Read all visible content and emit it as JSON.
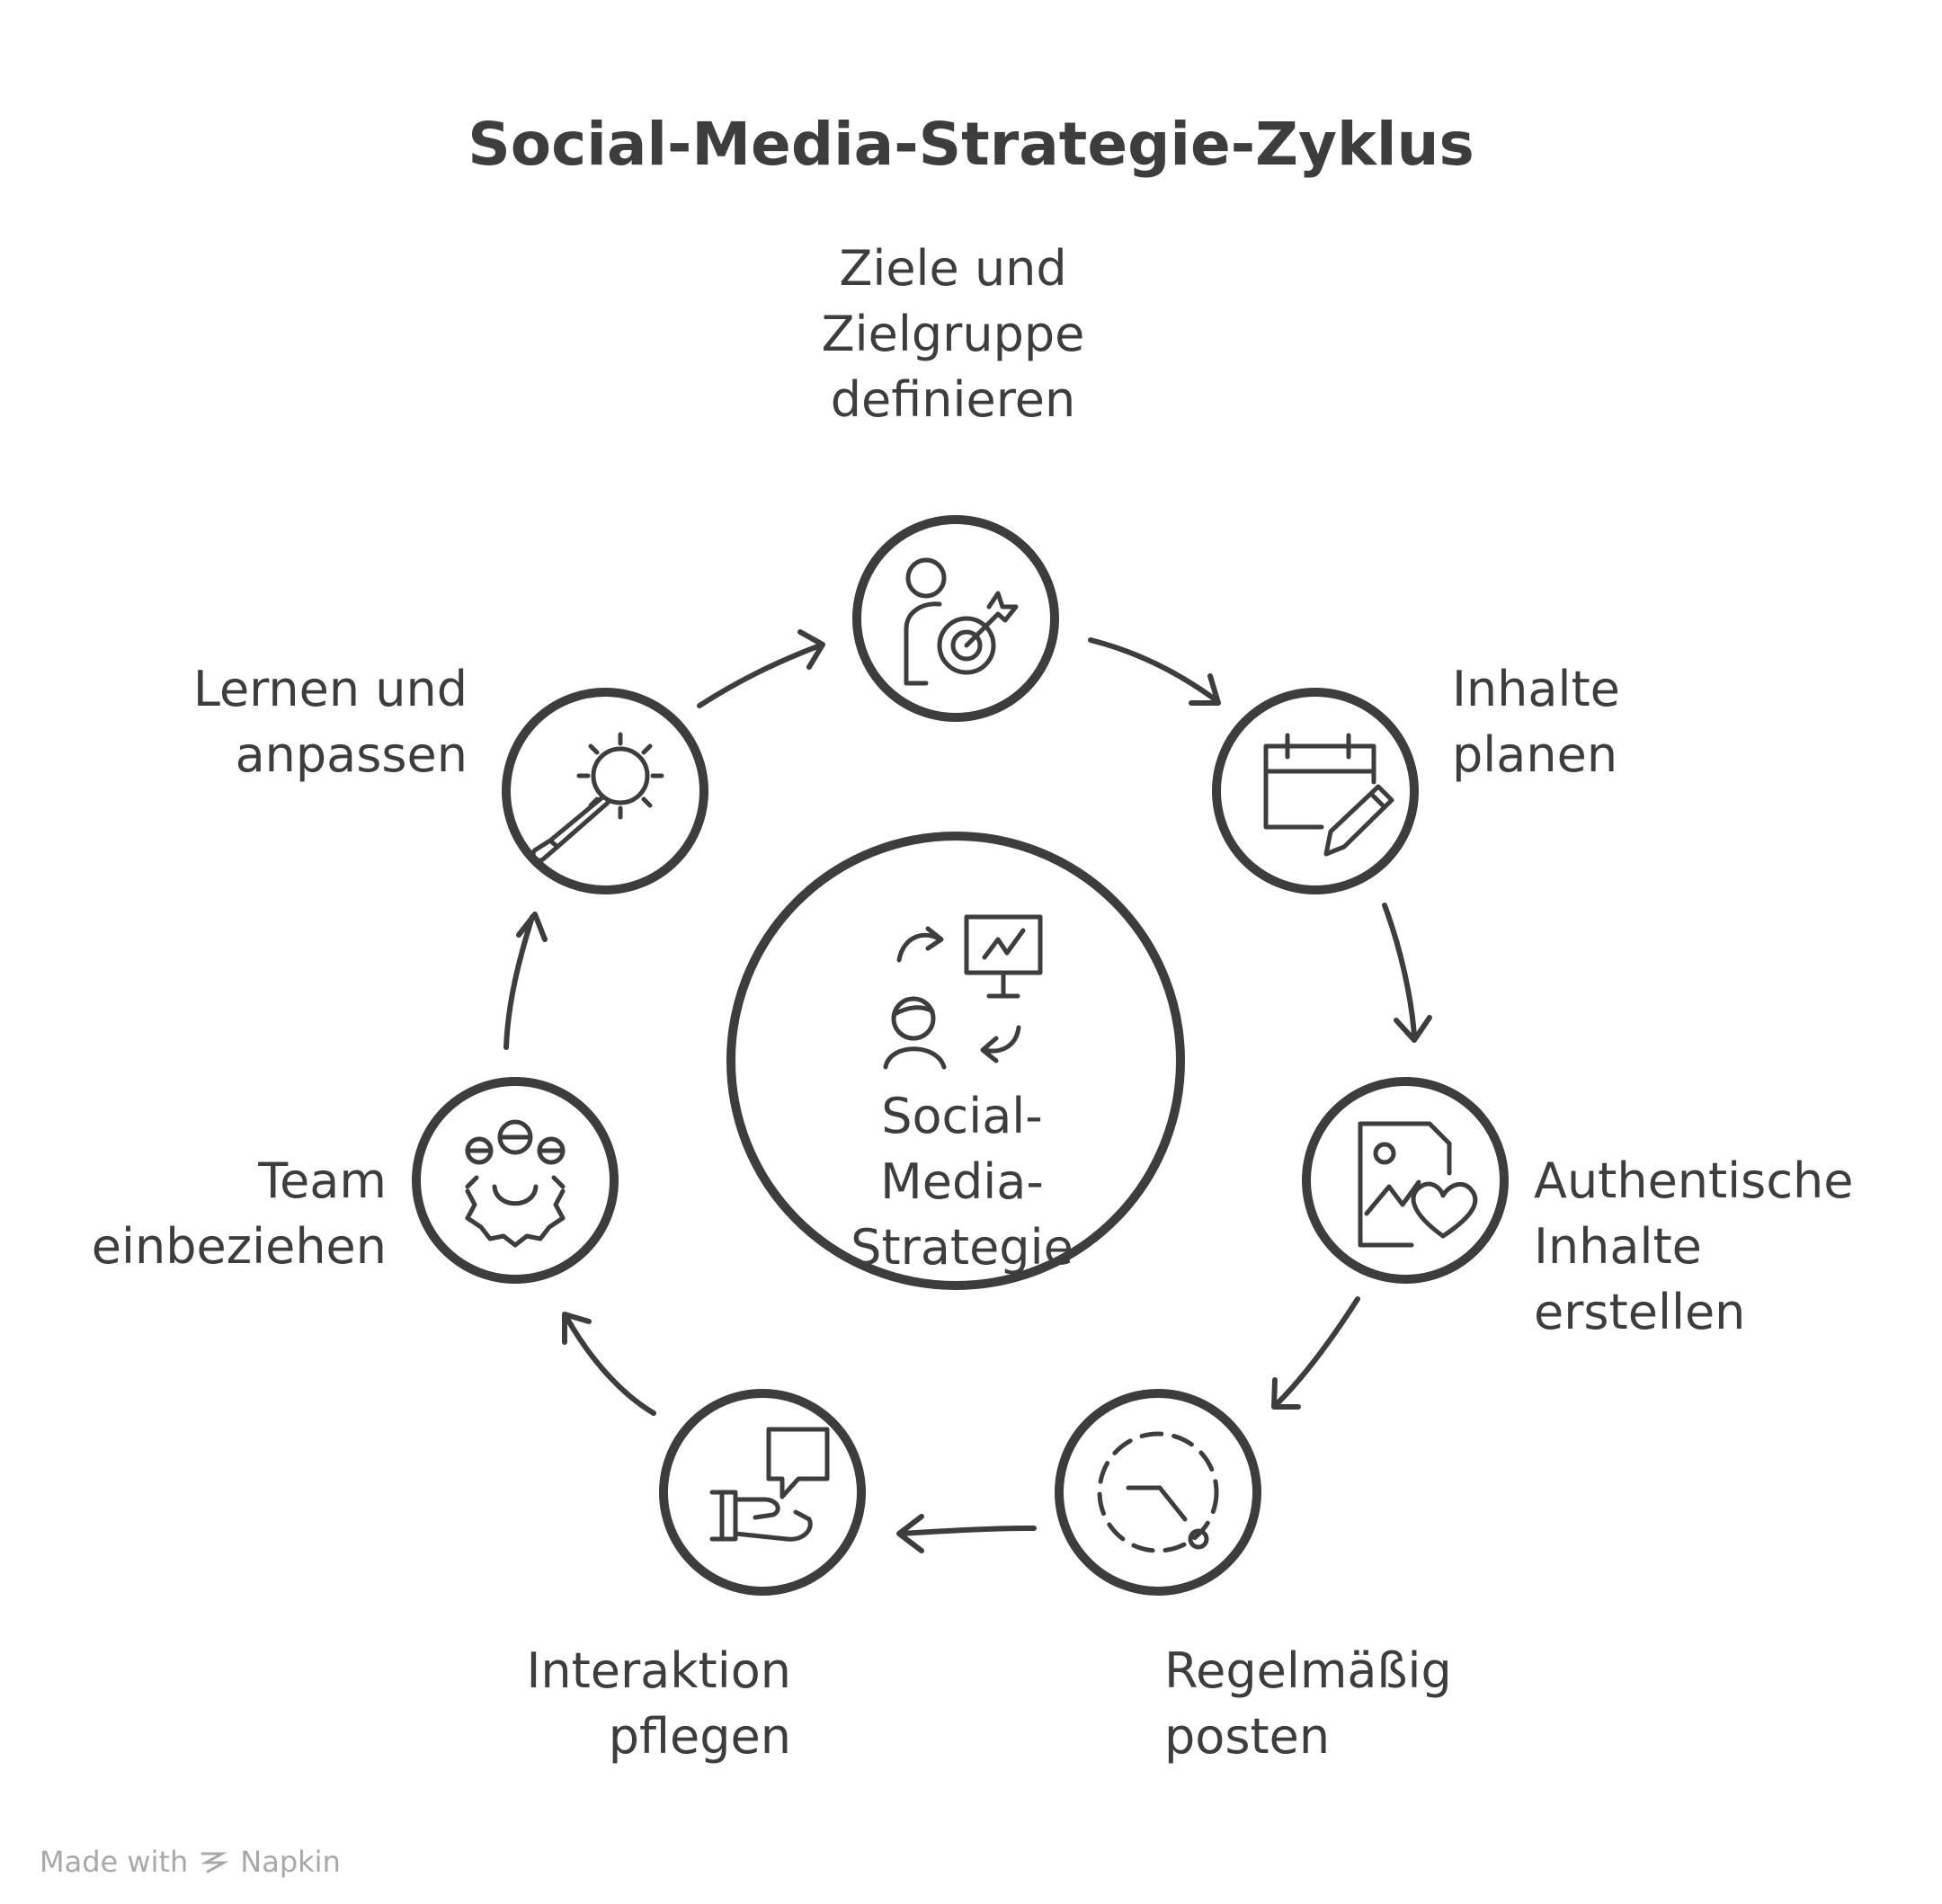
{
  "title": "Social-Media-Strategie-Zyklus",
  "center": {
    "lines": [
      "Social-",
      "Media-",
      "Strategie"
    ],
    "icon": "strategy-presentation-icon"
  },
  "steps": [
    {
      "id": "goals",
      "lines": [
        "Ziele und",
        "Zielgruppe",
        "definieren"
      ],
      "icon": "person-target-icon"
    },
    {
      "id": "plan",
      "lines": [
        "Inhalte",
        "planen"
      ],
      "icon": "calendar-pencil-icon"
    },
    {
      "id": "create",
      "lines": [
        "Authentische",
        "Inhalte",
        "erstellen"
      ],
      "icon": "image-heart-icon"
    },
    {
      "id": "post",
      "lines": [
        "Regelmäßig",
        "posten"
      ],
      "icon": "clock-cycle-icon"
    },
    {
      "id": "interact",
      "lines": [
        "Interaktion",
        "pflegen"
      ],
      "icon": "hand-speech-bubble-icon"
    },
    {
      "id": "team",
      "lines": [
        "Team",
        "einbeziehen"
      ],
      "icon": "team-gear-icon"
    },
    {
      "id": "learn",
      "lines": [
        "Lernen und",
        "anpassen"
      ],
      "icon": "magnifier-bulb-icon"
    }
  ],
  "footer": {
    "made_with": "Made with",
    "brand": "Napkin"
  },
  "colors": {
    "stroke": "#3d3d3d",
    "footer": "#a8a8a8",
    "background": "#ffffff"
  }
}
